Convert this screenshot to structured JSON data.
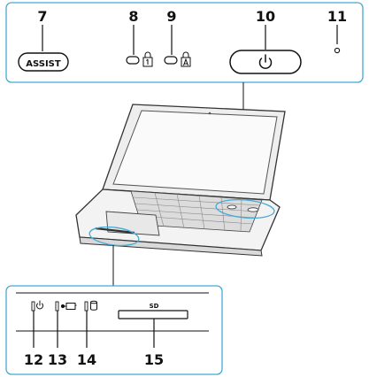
{
  "callouts": {
    "c7": "7",
    "c8": "8",
    "c9": "9",
    "c10": "10",
    "c11": "11",
    "c12": "12",
    "c13": "13",
    "c14": "14",
    "c15": "15"
  },
  "buttons": {
    "assist_label": "ASSIST"
  },
  "slots": {
    "sd_label": "SD"
  },
  "colors": {
    "panel_border": "#43a9d6",
    "line": "#111111",
    "laptop_body": "#f2f2f2",
    "laptop_shade": "#d9d9d9",
    "laptop_stroke": "#333333"
  },
  "icons": {
    "power": "power-icon",
    "num_lock": "num-lock-icon",
    "caps_lock": "caps-lock-icon",
    "power_indicator": "power-indicator-icon",
    "charge_indicator": "charge-indicator-icon",
    "disk_indicator": "disk-drive-indicator-icon"
  }
}
